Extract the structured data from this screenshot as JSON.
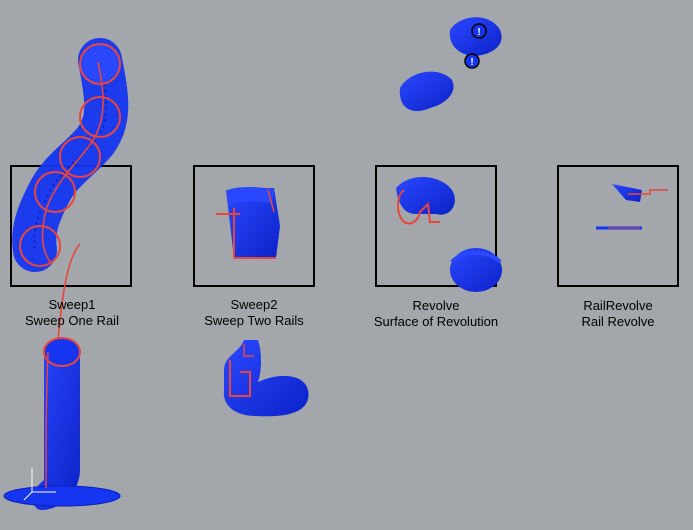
{
  "viewport": {
    "background": "#a3a6aa"
  },
  "colors": {
    "surface": "#1535f0",
    "surface_dark": "#0a1fbf",
    "curve": "#e8463c",
    "frame": "#000000"
  },
  "components": [
    {
      "name": "Sweep1",
      "subtitle": "Sweep One Rail"
    },
    {
      "name": "Sweep2",
      "subtitle": "Sweep Two Rails"
    },
    {
      "name": "Revolve",
      "subtitle": "Surface of Revolution"
    },
    {
      "name": "RailRevolve",
      "subtitle": "Rail Revolve"
    }
  ],
  "icons": [
    "warning-marker-icon",
    "warning-marker-icon",
    "axis-triad-icon"
  ]
}
